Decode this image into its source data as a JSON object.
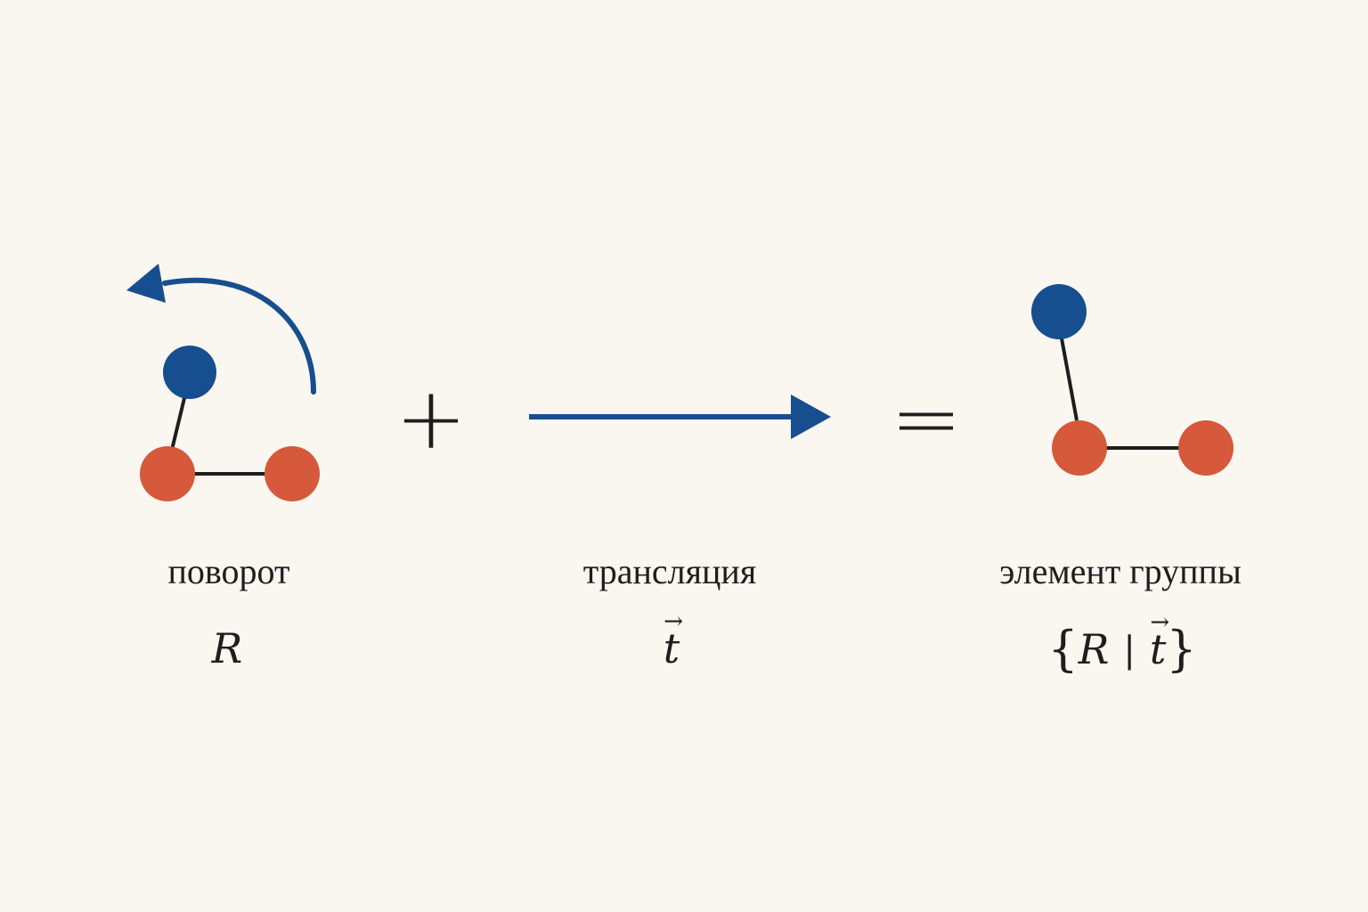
{
  "colors": {
    "background": "#FAF6F0",
    "blue": "#174E8F",
    "orange": "#D5593A",
    "ink": "#1E1E1E"
  },
  "operators": {
    "plus": "+",
    "equals": "="
  },
  "columns": [
    {
      "label": "поворот",
      "symbol": "R"
    },
    {
      "label": "трансляция",
      "symbol": "t",
      "symbol_accent": "→"
    },
    {
      "label": "элемент группы",
      "symbol_parts": {
        "open": "{",
        "rot": "R",
        "separator": "|",
        "trans": "t",
        "trans_accent": "→",
        "close": "}"
      }
    }
  ]
}
